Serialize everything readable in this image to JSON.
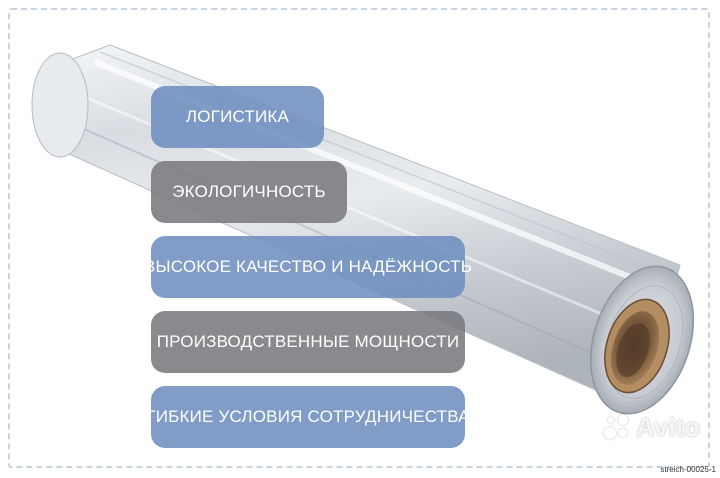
{
  "features": [
    {
      "label": "ЛОГИСТИКА",
      "tone": "blue"
    },
    {
      "label": "ЭКОЛОГИЧНОСТЬ",
      "tone": "gray"
    },
    {
      "label": "ВЫСОКОЕ КАЧЕСТВО И НАДЁЖНОСТЬ",
      "tone": "blue"
    },
    {
      "label": "ПРОИЗВОДСТВЕННЫЕ МОЩНОСТИ",
      "tone": "gray"
    },
    {
      "label": "ГИБКИЕ УСЛОВИЯ СОТРУДНИЧЕСТВА",
      "tone": "blue"
    }
  ],
  "watermark": {
    "text": "Avito"
  },
  "product_code": "streich-00025-1",
  "colors": {
    "blue_pill": "#6e8ebf",
    "gray_pill": "#7a7a7e",
    "frame_dash": "#c9d4e3",
    "core_brown": "#8a6a48"
  }
}
